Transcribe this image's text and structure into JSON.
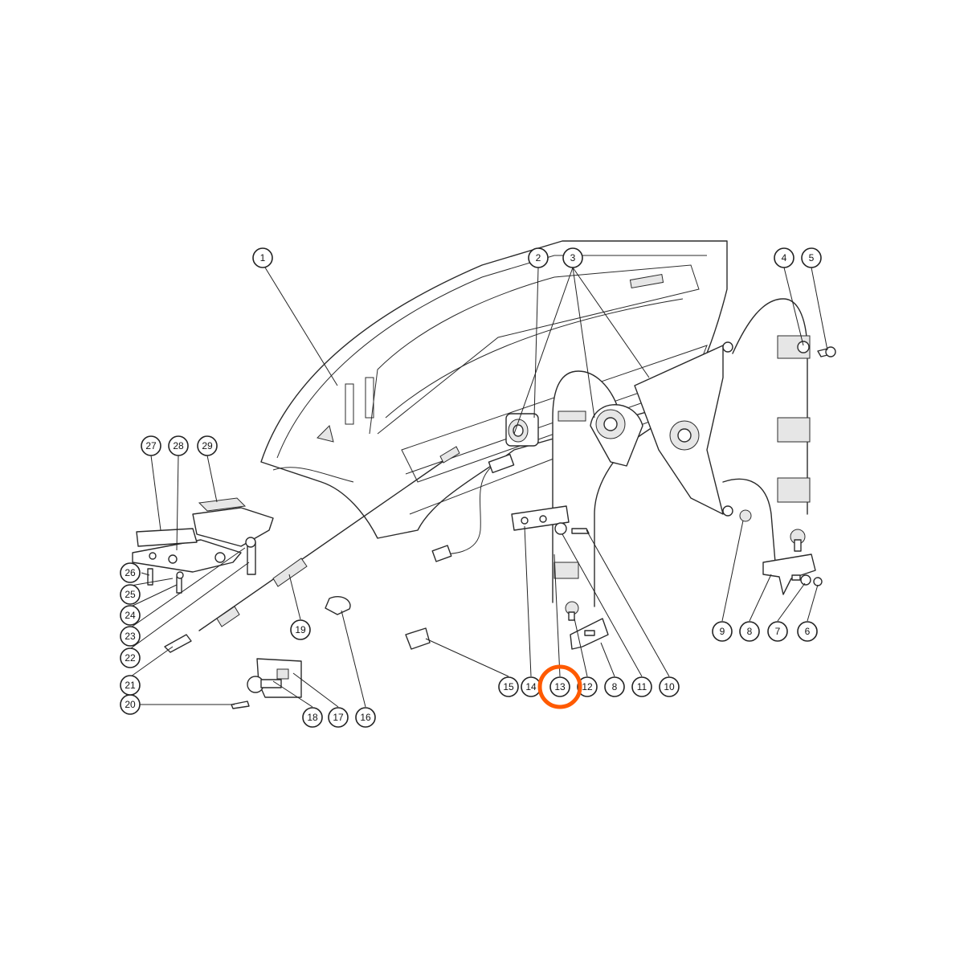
{
  "highlight": {
    "label": "13",
    "color": "#ff5a00"
  },
  "callouts": [
    {
      "id": "c1",
      "label": "1"
    },
    {
      "id": "c2",
      "label": "2"
    },
    {
      "id": "c3",
      "label": "3"
    },
    {
      "id": "c4",
      "label": "4"
    },
    {
      "id": "c5",
      "label": "5"
    },
    {
      "id": "c6",
      "label": "6"
    },
    {
      "id": "c7",
      "label": "7"
    },
    {
      "id": "c8a",
      "label": "8"
    },
    {
      "id": "c9",
      "label": "9"
    },
    {
      "id": "c10",
      "label": "10"
    },
    {
      "id": "c11",
      "label": "11"
    },
    {
      "id": "c8b",
      "label": "8"
    },
    {
      "id": "c12",
      "label": "12"
    },
    {
      "id": "c13",
      "label": "13"
    },
    {
      "id": "c14",
      "label": "14"
    },
    {
      "id": "c15",
      "label": "15"
    },
    {
      "id": "c16",
      "label": "16"
    },
    {
      "id": "c17",
      "label": "17"
    },
    {
      "id": "c18",
      "label": "18"
    },
    {
      "id": "c19",
      "label": "19"
    },
    {
      "id": "c20",
      "label": "20"
    },
    {
      "id": "c21",
      "label": "21"
    },
    {
      "id": "c22",
      "label": "22"
    },
    {
      "id": "c23",
      "label": "23"
    },
    {
      "id": "c24",
      "label": "24"
    },
    {
      "id": "c25",
      "label": "25"
    },
    {
      "id": "c26",
      "label": "26"
    },
    {
      "id": "c27",
      "label": "27"
    },
    {
      "id": "c28",
      "label": "28"
    },
    {
      "id": "c29",
      "label": "29"
    }
  ]
}
